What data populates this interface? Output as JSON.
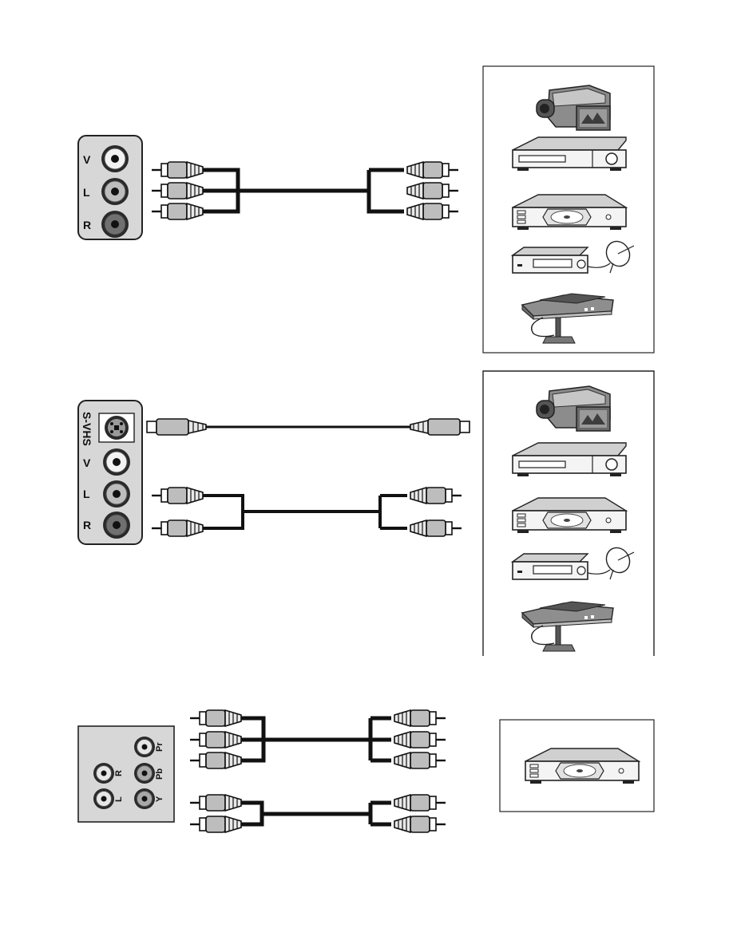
{
  "diagram": {
    "section1": {
      "jack_labels": [
        "V",
        "L",
        "R"
      ],
      "devices": [
        "camcorder-icon",
        "vcr-icon",
        "dvd-player-icon",
        "satellite-receiver-icon",
        "game-console-icon"
      ]
    },
    "section2": {
      "svhs_label": "S-VHS",
      "jack_labels": [
        "V",
        "L",
        "R"
      ],
      "devices": [
        "camcorder-icon",
        "vcr-icon",
        "dvd-player-icon",
        "satellite-receiver-icon",
        "game-console-icon"
      ]
    },
    "section3": {
      "component_labels": [
        "Pr",
        "Pb",
        "Y"
      ],
      "audio_labels": [
        "R",
        "L"
      ],
      "devices": [
        "dvd-player-icon"
      ]
    },
    "colors": {
      "line": "#111111",
      "panel": "#d7d7d7",
      "connector_body": "#bdbdbd",
      "jack_dark": "#707070"
    }
  }
}
